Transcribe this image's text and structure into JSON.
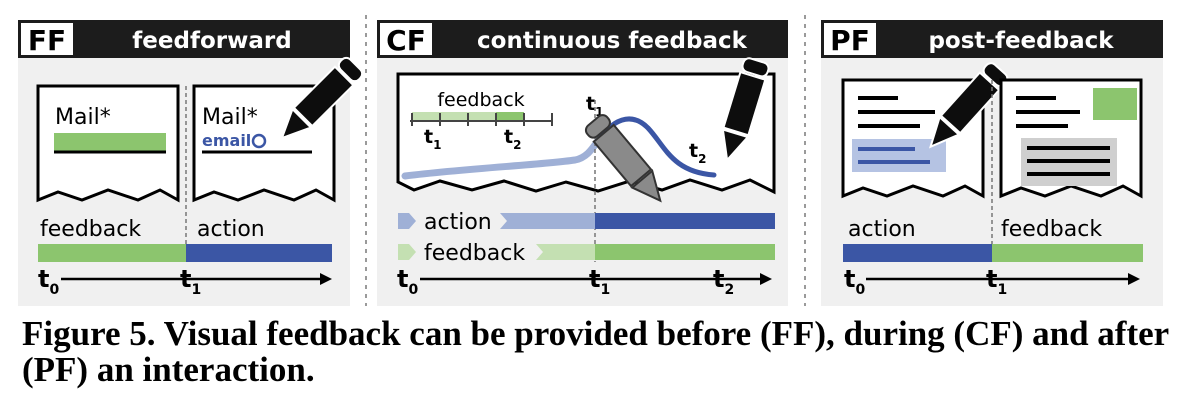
{
  "colors": {
    "green": "#8cc56e",
    "light_green": "#c4e0b2",
    "blue": "#3b56a5",
    "light_blue": "#9fb0d6",
    "pale_blue": "#b5c3e3",
    "panel_bg": "#f0f0f0",
    "header_bg": "#1c1c1c",
    "pen_dark": "#0d0d0d",
    "pen_gray": "#8a8a8a"
  },
  "panels": {
    "ff": {
      "tag": "FF",
      "title": "feedforward",
      "doc_left_label": "Mail*",
      "doc_right_label": "Mail*",
      "doc_right_input": "email",
      "bar_left_label": "feedback",
      "bar_right_label": "action",
      "t0": "t",
      "t0_sub": "0",
      "t1": "t",
      "t1_sub": "1"
    },
    "cf": {
      "tag": "CF",
      "title": "continuous feedback",
      "mini_timeline_label": "feedback",
      "mini_t1": "t",
      "mini_t1_sub": "1",
      "mini_t2": "t",
      "mini_t2_sub": "2",
      "stroke_t1": "t",
      "stroke_t1_sub": "1",
      "stroke_t2": "t",
      "stroke_t2_sub": "2",
      "bar_action_label": "action",
      "bar_feedback_label": "feedback",
      "t0": "t",
      "t0_sub": "0",
      "t1": "t",
      "t1_sub": "1",
      "t2": "t",
      "t2_sub": "2"
    },
    "pf": {
      "tag": "PF",
      "title": "post-feedback",
      "bar_left_label": "action",
      "bar_right_label": "feedback",
      "t0": "t",
      "t0_sub": "0",
      "t1": "t",
      "t1_sub": "1"
    }
  },
  "caption": "Figure 5. Visual feedback can be provided before (FF), during (CF) and after (PF) an interaction."
}
